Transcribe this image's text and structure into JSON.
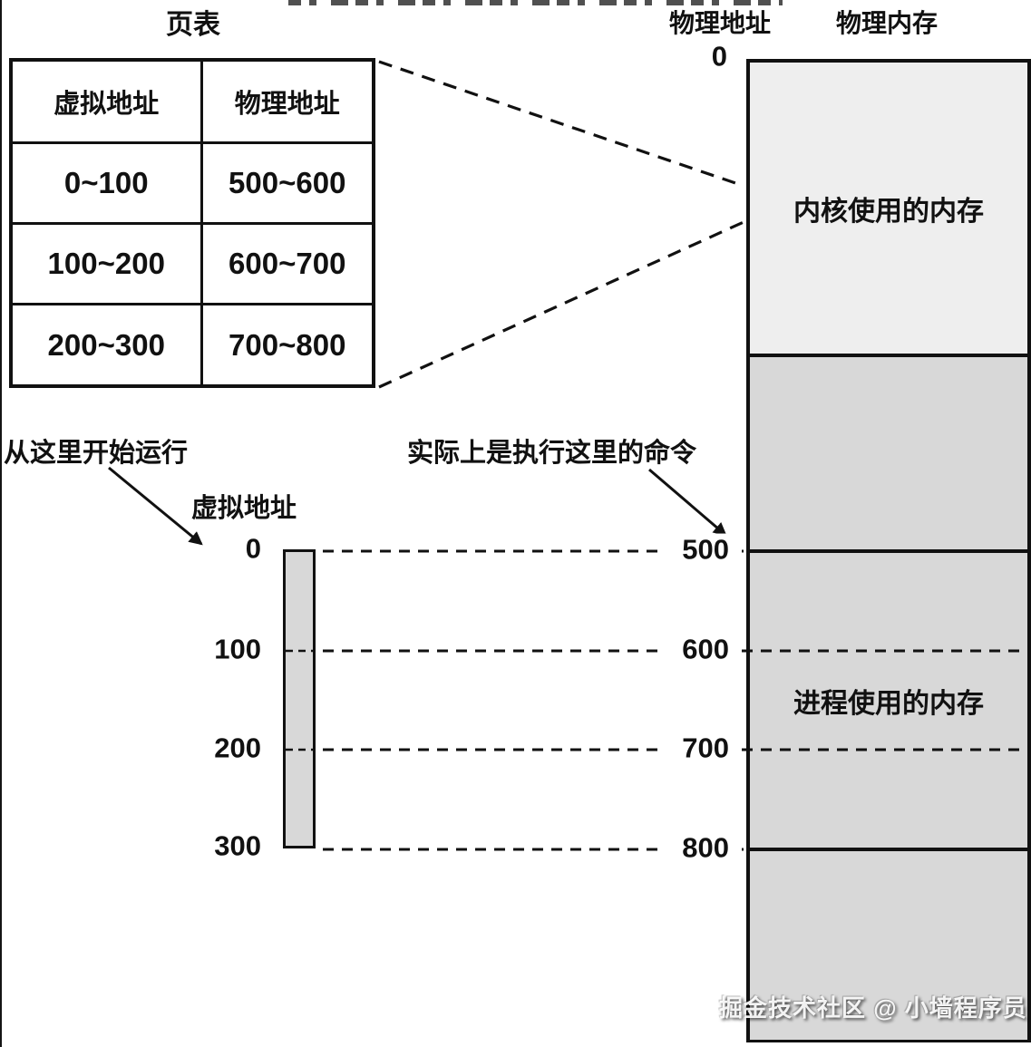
{
  "page_table": {
    "title": "页表",
    "columns": [
      "虚拟地址",
      "物理地址"
    ],
    "rows": [
      [
        "0~100",
        "500~600"
      ],
      [
        "100~200",
        "600~700"
      ],
      [
        "200~300",
        "700~800"
      ]
    ]
  },
  "physical": {
    "address_header": "物理地址",
    "memory_header": "物理内存",
    "top_mark": "0",
    "regions": [
      {
        "label": "内核使用的内存"
      },
      {
        "label": ""
      },
      {
        "label": "进程使用的内存"
      },
      {
        "label": ""
      }
    ],
    "address_marks": [
      "500",
      "600",
      "700",
      "800"
    ]
  },
  "virtual": {
    "title": "虚拟地址",
    "marks": [
      "0",
      "100",
      "200",
      "300"
    ]
  },
  "annotations": {
    "run_from_here": "从这里开始运行",
    "actually_executes": "实际上是执行这里的命令"
  },
  "watermark": "掘金技术社区 @ 小墙程序员",
  "colors": {
    "kernel_region": "#eeeeee",
    "process_region": "#d8d8d8",
    "line": "#111111",
    "background": "#ffffff"
  }
}
